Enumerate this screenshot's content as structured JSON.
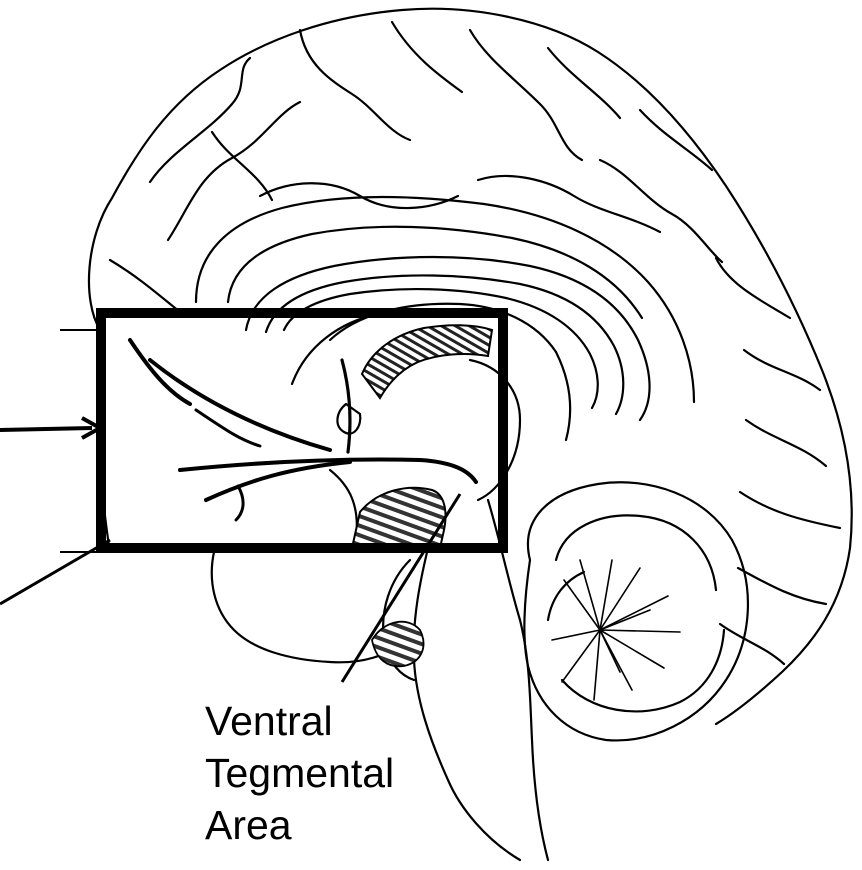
{
  "diagram": {
    "labels": {
      "vta": [
        "Ventral",
        "Tegmental",
        "Area"
      ]
    },
    "colors": {
      "ink": "#000000",
      "background": "#ffffff"
    }
  }
}
